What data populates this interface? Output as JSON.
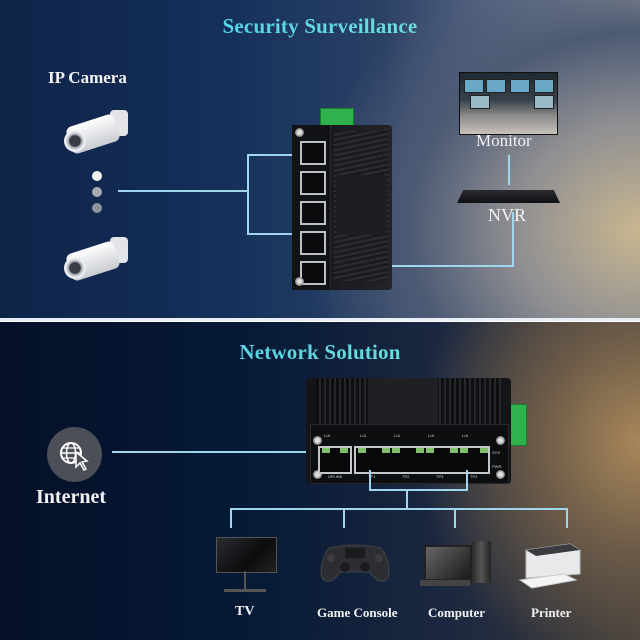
{
  "sections": {
    "top": {
      "title": "Security Surveillance",
      "camera_label": "IP Camera",
      "monitor_label": "Monitor",
      "nvr_label": "NVR"
    },
    "bottom": {
      "title": "Network Solution",
      "internet_label": "Internet",
      "devices": [
        {
          "name": "tv",
          "label": "TV"
        },
        {
          "name": "game-console",
          "label": "Game Console"
        },
        {
          "name": "computer",
          "label": "Computer"
        },
        {
          "name": "printer",
          "label": "Printer"
        }
      ]
    }
  },
  "switch_labels": {
    "link_act": "L/A",
    "uplink": "UPLINK",
    "ports": [
      "TP1",
      "TP2",
      "TP3",
      "TP4"
    ],
    "led_sys": "SYS",
    "led_pwr": "PWR"
  },
  "colors": {
    "title_gradient_start": "#43c6f0",
    "title_gradient_end": "#7eecd4",
    "connector_line": "#9fd6ee",
    "label_text": "#f2f2f2",
    "terminal_green": "#2fb24c"
  }
}
